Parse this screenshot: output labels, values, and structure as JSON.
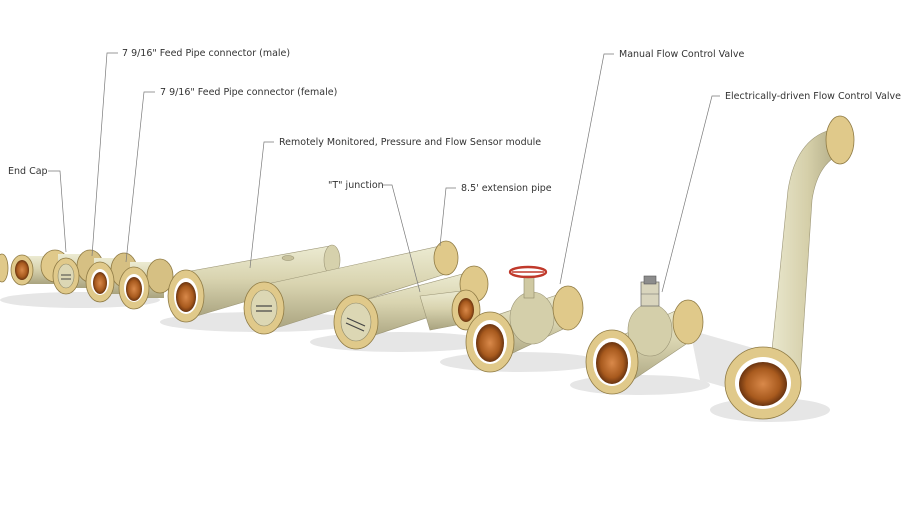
{
  "labels": {
    "end_cap": "End Cap",
    "male_connector": "7 9/16\"  Feed Pipe connector (male)",
    "female_connector": "7 9/16\" Feed Pipe connector (female)",
    "sensor_module": "Remotely Monitored, Pressure and Flow Sensor module",
    "t_junction": "\"T\" junction",
    "extension_pipe": "8.5' extension pipe",
    "manual_valve": "Manual Flow Control Valve",
    "electric_valve": "Electrically-driven Flow Control Valve"
  },
  "colors": {
    "pipe_body": "#dcd7b4",
    "pipe_shade": "#b3ad88",
    "flange": "#e0c98a",
    "flange_shade": "#b89f5c",
    "bore": "#a35a1c",
    "handwheel": "#c0392b",
    "shadow": "#e4e4e4"
  }
}
